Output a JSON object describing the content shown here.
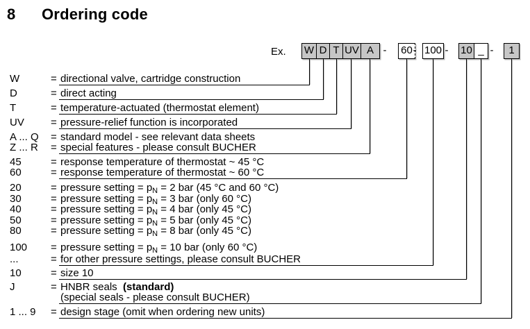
{
  "header": {
    "section_number": "8",
    "title": "Ordering code"
  },
  "example_label": "Ex.",
  "separator": "-",
  "equals": "=",
  "colors": {
    "box_shaded_fill": "#c6c6c6",
    "box_white_fill": "#ffffff",
    "box_border": "#000000",
    "connector_line": "#000000",
    "text": "#000000"
  },
  "boxes": [
    {
      "label": "W",
      "shaded": true
    },
    {
      "label": "D",
      "shaded": true
    },
    {
      "label": "T",
      "shaded": true
    },
    {
      "label": "UV",
      "shaded": true
    },
    {
      "label": "A",
      "shaded": true
    },
    {
      "label": "60",
      "shaded": false
    },
    {
      "label": "100",
      "shaded": false
    },
    {
      "label": "10",
      "shaded": true
    },
    {
      "label": "_",
      "shaded": false
    },
    {
      "label": "1",
      "shaded": true
    }
  ],
  "rows": [
    {
      "code": "W",
      "connects": "W",
      "segments": [
        {
          "t": "directional valve, cartridge construction"
        }
      ]
    },
    {
      "code": "D",
      "connects": "D",
      "segments": [
        {
          "t": "direct acting"
        }
      ]
    },
    {
      "code": "T",
      "connects": "T",
      "segments": [
        {
          "t": "temperature-actuated (thermostat element)"
        }
      ]
    },
    {
      "code": "UV",
      "connects": "UV",
      "segments": [
        {
          "t": "pressure-relief function is incorporated"
        }
      ]
    },
    {
      "code": "A ... Q",
      "segments": [
        {
          "t": "standard model - see relevant data sheets"
        }
      ]
    },
    {
      "code": "Z ... R",
      "connects": "A",
      "segments": [
        {
          "t": "special features - please consult BUCHER"
        }
      ]
    },
    {
      "code": "45",
      "segments": [
        {
          "t": "response temperature of thermostat ~ 45 °C"
        }
      ]
    },
    {
      "code": "60",
      "connects": "60",
      "segments": [
        {
          "t": "response temperature of thermostat ~ 60 °C"
        }
      ]
    },
    {
      "code": "20",
      "segments": [
        {
          "t": "pressure setting = p"
        },
        {
          "t": "N",
          "sub": true
        },
        {
          "t": " = 2 bar (45 °C and 60 °C)"
        }
      ]
    },
    {
      "code": "30",
      "segments": [
        {
          "t": "pressure setting = p"
        },
        {
          "t": "N",
          "sub": true
        },
        {
          "t": " = 3 bar (only 60 °C)"
        }
      ]
    },
    {
      "code": "40",
      "segments": [
        {
          "t": "pressure setting = p"
        },
        {
          "t": "N",
          "sub": true
        },
        {
          "t": " = 4 bar (only 45 °C)"
        }
      ]
    },
    {
      "code": "50",
      "segments": [
        {
          "t": "pressure setting = p"
        },
        {
          "t": "N",
          "sub": true
        },
        {
          "t": " = 5 bar (only 45 °C)"
        }
      ]
    },
    {
      "code": "80",
      "segments": [
        {
          "t": "pressure setting = p"
        },
        {
          "t": "N",
          "sub": true
        },
        {
          "t": " = 8 bar (only 45 °C)"
        }
      ]
    },
    {
      "code": "100",
      "segments": [
        {
          "t": "pressure setting = p"
        },
        {
          "t": "N",
          "sub": true
        },
        {
          "t": " = 10 bar (only 60 °C)"
        }
      ]
    },
    {
      "code": "...",
      "connects": "100",
      "segments": [
        {
          "t": "for other pressure settings, please consult BUCHER"
        }
      ]
    },
    {
      "code": "10",
      "connects": "10",
      "segments": [
        {
          "t": "size 10"
        }
      ]
    },
    {
      "code": "J",
      "connects": "_",
      "segments": [
        {
          "t": "HNBR seals  "
        },
        {
          "t": "(standard)",
          "bold": true
        }
      ],
      "line2": [
        {
          "t": "(special seals - please consult BUCHER)"
        }
      ]
    },
    {
      "code": "1 ... 9",
      "connects": "1",
      "segments": [
        {
          "t": "design stage (omit when ordering new units)"
        }
      ]
    }
  ]
}
